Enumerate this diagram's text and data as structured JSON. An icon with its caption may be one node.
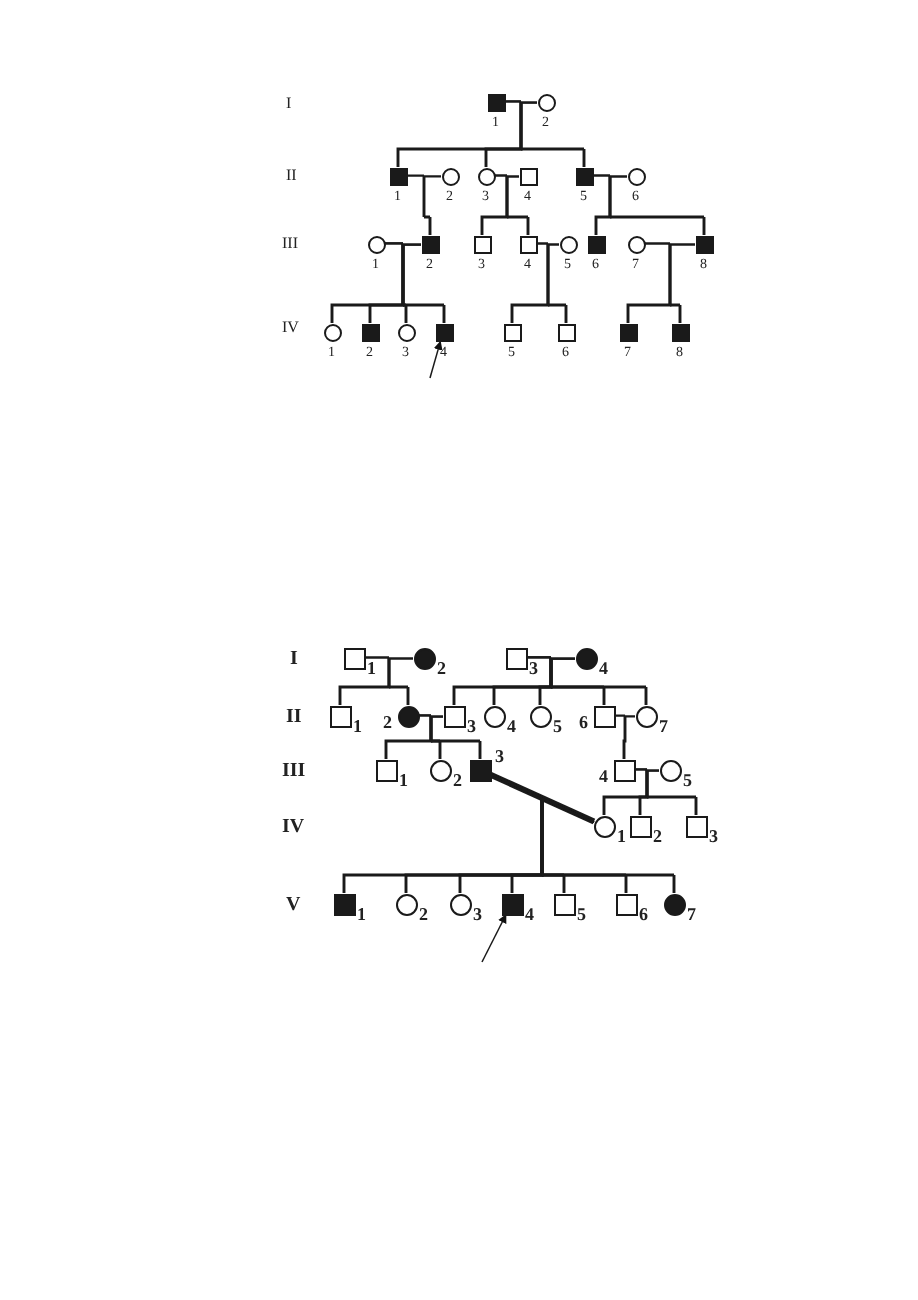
{
  "diagram": {
    "nodes": [
      {
        "text": [],
        "shape": "filled-square",
        "beside": [
          "1"
        ]
      },
      {
        "text": [],
        "shape": "circle",
        "beside": [
          "2"
        ]
      },
      {
        "text": [],
        "shape": "filled-square",
        "beside": [
          "1"
        ]
      },
      {
        "text": [],
        "shape": "circle",
        "beside": [
          "2"
        ]
      },
      {
        "text": [],
        "shape": "circle",
        "beside": [
          "3"
        ]
      },
      {
        "text": [],
        "shape": "square",
        "beside": [
          "4"
        ]
      },
      {
        "text": [],
        "shape": "filled-square",
        "beside": [
          "5"
        ]
      },
      {
        "text": [],
        "shape": "circle",
        "beside": [
          "6"
        ]
      },
      {
        "text": [],
        "shape": "circle",
        "beside": [
          "1"
        ]
      },
      {
        "text": [],
        "shape": "filled-square",
        "beside": [
          "2"
        ]
      },
      {
        "text": [],
        "shape": "square",
        "beside": [
          "3"
        ]
      },
      {
        "text": [],
        "shape": "square",
        "beside": [
          "4"
        ]
      },
      {
        "text": [],
        "shape": "circle",
        "beside": [
          "5"
        ]
      },
      {
        "text": [],
        "shape": "filled-square",
        "beside": [
          "6"
        ]
      },
      {
        "text": [],
        "shape": "circle",
        "beside": [
          "7"
        ]
      },
      {
        "text": [],
        "shape": "filled-square",
        "beside": [
          "8"
        ]
      },
      {
        "text": [],
        "shape": "circle",
        "beside": [
          "1"
        ]
      },
      {
        "text": [],
        "shape": "filled-square",
        "beside": [
          "2"
        ]
      },
      {
        "text": [],
        "shape": "circle",
        "beside": [
          "3"
        ]
      },
      {
        "text": [],
        "shape": "filled-square",
        "beside": [
          "4"
        ]
      },
      {
        "text": [],
        "shape": "square",
        "beside": [
          "5"
        ]
      },
      {
        "text": [],
        "shape": "square",
        "beside": [
          "6"
        ]
      },
      {
        "text": [],
        "shape": "filled-square",
        "beside": [
          "7"
        ]
      },
      {
        "text": [],
        "shape": "filled-square",
        "beside": [
          "8"
        ]
      },
      {
        "text": [],
        "shape": "square",
        "beside": [
          "1"
        ]
      },
      {
        "text": [],
        "shape": "filled-circle",
        "beside": [
          "2"
        ]
      },
      {
        "text": [],
        "shape": "square",
        "beside": [
          "3"
        ]
      },
      {
        "text": [],
        "shape": "filled-circle",
        "beside": [
          "4"
        ]
      },
      {
        "text": [],
        "shape": "square",
        "beside": [
          "1"
        ]
      },
      {
        "text": [],
        "shape": "filled-circle",
        "beside": [
          "2"
        ]
      },
      {
        "text": [],
        "shape": "square",
        "beside": [
          "3"
        ]
      },
      {
        "text": [],
        "shape": "circle",
        "beside": [
          "4"
        ]
      },
      {
        "text": [],
        "shape": "circle",
        "beside": [
          "5"
        ]
      },
      {
        "text": [],
        "shape": "square",
        "beside": [
          "6"
        ]
      },
      {
        "text": [],
        "shape": "circle",
        "beside": [
          "7"
        ]
      },
      {
        "text": [],
        "shape": "square",
        "beside": [
          "1"
        ]
      },
      {
        "text": [],
        "shape": "circle",
        "beside": [
          "2"
        ]
      },
      {
        "text": [],
        "shape": "filled-square",
        "beside": [
          "3"
        ]
      },
      {
        "text": [],
        "shape": "square",
        "beside": [
          "4"
        ]
      },
      {
        "text": [],
        "shape": "circle",
        "beside": [
          "5"
        ]
      },
      {
        "text": [],
        "shape": "circle",
        "beside": [
          "1"
        ]
      },
      {
        "text": [],
        "shape": "square",
        "beside": [
          "2"
        ]
      },
      {
        "text": [],
        "shape": "square",
        "beside": [
          "3"
        ]
      },
      {
        "text": [],
        "shape": "filled-square",
        "beside": [
          "1"
        ]
      },
      {
        "text": [],
        "shape": "circle",
        "beside": [
          "2"
        ]
      },
      {
        "text": [],
        "shape": "circle",
        "beside": [
          "3"
        ]
      },
      {
        "text": [],
        "shape": "filled-square",
        "beside": [
          "4"
        ]
      },
      {
        "text": [],
        "shape": "square",
        "beside": [
          "5"
        ]
      },
      {
        "text": [],
        "shape": "square",
        "beside": [
          "6"
        ]
      },
      {
        "text": [],
        "shape": "filled-circle",
        "beside": [
          "7"
        ]
      }
    ],
    "edges": [
      {
        "from": 0,
        "to": 1,
        "arrow": "none"
      },
      {
        "from": 0,
        "to": 2,
        "arrow": "none"
      },
      {
        "from": 1,
        "to": 2,
        "arrow": "none"
      },
      {
        "from": 0,
        "to": 4,
        "arrow": "none"
      },
      {
        "from": 1,
        "to": 4,
        "arrow": "none"
      },
      {
        "from": 0,
        "to": 6,
        "arrow": "none"
      },
      {
        "from": 1,
        "to": 6,
        "arrow": "none"
      },
      {
        "from": 2,
        "to": 3,
        "arrow": "none"
      },
      {
        "from": 2,
        "to": 9,
        "arrow": "none"
      },
      {
        "from": 3,
        "to": 9,
        "arrow": "none"
      },
      {
        "from": 4,
        "to": 5,
        "arrow": "none"
      },
      {
        "from": 4,
        "to": 10,
        "arrow": "none"
      },
      {
        "from": 5,
        "to": 10,
        "arrow": "none"
      },
      {
        "from": 4,
        "to": 11,
        "arrow": "none"
      },
      {
        "from": 5,
        "to": 11,
        "arrow": "none"
      },
      {
        "from": 6,
        "to": 7,
        "arrow": "none"
      },
      {
        "from": 6,
        "to": 13,
        "arrow": "none"
      },
      {
        "from": 7,
        "to": 13,
        "arrow": "none"
      },
      {
        "from": 6,
        "to": 15,
        "arrow": "none"
      },
      {
        "from": 7,
        "to": 15,
        "arrow": "none"
      },
      {
        "from": 8,
        "to": 9,
        "arrow": "none"
      },
      {
        "from": 8,
        "to": 16,
        "arrow": "none"
      },
      {
        "from": 9,
        "to": 16,
        "arrow": "none"
      },
      {
        "from": 8,
        "to": 17,
        "arrow": "none"
      },
      {
        "from": 9,
        "to": 17,
        "arrow": "none"
      },
      {
        "from": 8,
        "to": 18,
        "arrow": "none"
      },
      {
        "from": 9,
        "to": 18,
        "arrow": "none"
      },
      {
        "from": 8,
        "to": 19,
        "arrow": "none"
      },
      {
        "from": 9,
        "to": 19,
        "arrow": "none"
      },
      {
        "from": 11,
        "to": 12,
        "arrow": "none"
      },
      {
        "from": 11,
        "to": 20,
        "arrow": "none"
      },
      {
        "from": 12,
        "to": 20,
        "arrow": "none"
      },
      {
        "from": 11,
        "to": 21,
        "arrow": "none"
      },
      {
        "from": 12,
        "to": 21,
        "arrow": "none"
      },
      {
        "from": 14,
        "to": 15,
        "arrow": "none"
      },
      {
        "from": 14,
        "to": 22,
        "arrow": "none"
      },
      {
        "from": 15,
        "to": 22,
        "arrow": "none"
      },
      {
        "from": 14,
        "to": 23,
        "arrow": "none"
      },
      {
        "from": 15,
        "to": 23,
        "arrow": "none"
      },
      {
        "from": null,
        "to": 19,
        "arrow": "to"
      },
      {
        "from": 24,
        "to": 25,
        "arrow": "none"
      },
      {
        "from": 24,
        "to": 28,
        "arrow": "none"
      },
      {
        "from": 25,
        "to": 28,
        "arrow": "none"
      },
      {
        "from": 24,
        "to": 29,
        "arrow": "none"
      },
      {
        "from": 25,
        "to": 29,
        "arrow": "none"
      },
      {
        "from": 26,
        "to": 27,
        "arrow": "none"
      },
      {
        "from": 26,
        "to": 30,
        "arrow": "none"
      },
      {
        "from": 27,
        "to": 30,
        "arrow": "none"
      },
      {
        "from": 26,
        "to": 31,
        "arrow": "none"
      },
      {
        "from": 27,
        "to": 31,
        "arrow": "none"
      },
      {
        "from": 26,
        "to": 32,
        "arrow": "none"
      },
      {
        "from": 27,
        "to": 32,
        "arrow": "none"
      },
      {
        "from": 26,
        "to": 33,
        "arrow": "none"
      },
      {
        "from": 27,
        "to": 33,
        "arrow": "none"
      },
      {
        "from": 26,
        "to": 34,
        "arrow": "none"
      },
      {
        "from": 27,
        "to": 34,
        "arrow": "none"
      },
      {
        "from": 29,
        "to": 30,
        "arrow": "none"
      },
      {
        "from": 29,
        "to": 35,
        "arrow": "none"
      },
      {
        "from": 30,
        "to": 35,
        "arrow": "none"
      },
      {
        "from": 29,
        "to": 36,
        "arrow": "none"
      },
      {
        "from": 30,
        "to": 36,
        "arrow": "none"
      },
      {
        "from": 29,
        "to": 37,
        "arrow": "none"
      },
      {
        "from": 30,
        "to": 37,
        "arrow": "none"
      },
      {
        "from": 33,
        "to": 34,
        "arrow": "none"
      },
      {
        "from": 33,
        "to": 38,
        "arrow": "none"
      },
      {
        "from": 34,
        "to": 38,
        "arrow": "none"
      },
      {
        "from": 38,
        "to": 39,
        "arrow": "none"
      },
      {
        "from": 38,
        "to": 40,
        "arrow": "none"
      },
      {
        "from": 39,
        "to": 40,
        "arrow": "none"
      },
      {
        "from": 38,
        "to": 41,
        "arrow": "none"
      },
      {
        "from": 39,
        "to": 41,
        "arrow": "none"
      },
      {
        "from": 38,
        "to": 42,
        "arrow": "none"
      },
      {
        "from": 39,
        "to": 42,
        "arrow": "none"
      },
      {
        "from": 37,
        "to": 40,
        "arrow": "none",
        "style": "thick"
      },
      {
        "from": 37,
        "to": 43,
        "arrow": "none"
      },
      {
        "from": 40,
        "to": 43,
        "arrow": "none"
      },
      {
        "from": 37,
        "to": 44,
        "arrow": "none"
      },
      {
        "from": 40,
        "to": 44,
        "arrow": "none"
      },
      {
        "from": 37,
        "to": 45,
        "arrow": "none"
      },
      {
        "from": 40,
        "to": 45,
        "arrow": "none"
      },
      {
        "from": 37,
        "to": 46,
        "arrow": "none"
      },
      {
        "from": 40,
        "to": 46,
        "arrow": "none"
      },
      {
        "from": 37,
        "to": 47,
        "arrow": "none"
      },
      {
        "from": 40,
        "to": 47,
        "arrow": "none"
      },
      {
        "from": 37,
        "to": 48,
        "arrow": "none"
      },
      {
        "from": 40,
        "to": 48,
        "arrow": "none"
      },
      {
        "from": 37,
        "to": 49,
        "arrow": "none"
      },
      {
        "from": 40,
        "to": 49,
        "arrow": "none"
      },
      {
        "from": null,
        "to": 46,
        "arrow": "to"
      }
    ],
    "labels": [
      "I",
      "II",
      "III",
      "IV",
      "I",
      "II",
      "III",
      "IV",
      "V"
    ]
  }
}
